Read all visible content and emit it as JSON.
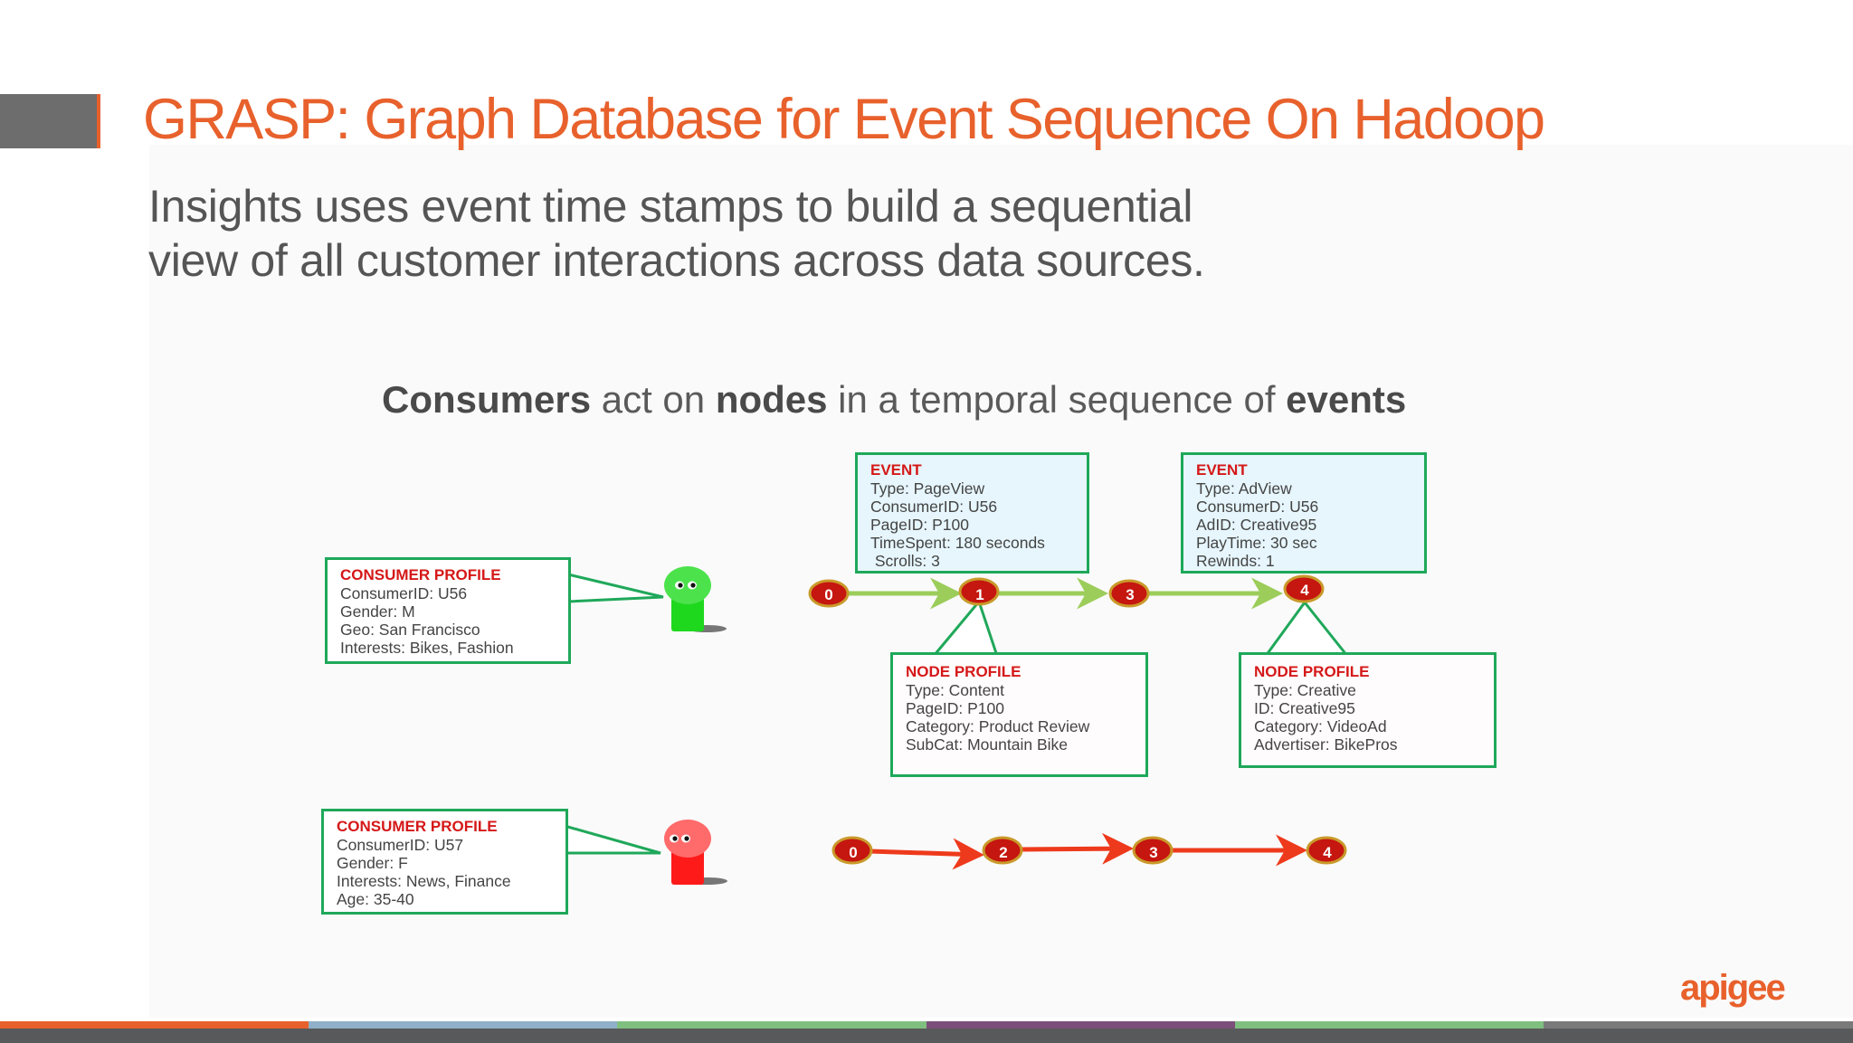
{
  "slide": {
    "title": "GRASP: Graph Database for Event Sequence On Hadoop",
    "subtitle_lines": [
      "Insights uses event time stamps to build a sequential",
      "view of all customer interactions across data sources."
    ],
    "caption": {
      "w1": "Consumers",
      "t1": " act on ",
      "w2": "nodes",
      "t2": " in a temporal sequence of ",
      "w3": "events"
    },
    "logo_text": "apigee"
  },
  "colors": {
    "accent": "#e8612c",
    "box_border": "#1fa85a",
    "heading_red": "#d51818",
    "green_arrow": "#9ccd5a",
    "red_arrow": "#ee3a1c",
    "node_fill": "#c5160f",
    "node_ring": "#c99a2a"
  },
  "diagram": {
    "consumer1": {
      "heading": "CONSUMER PROFILE",
      "lines": [
        "ConsumerID: U56",
        "Gender: M",
        "Geo: San Francisco",
        "Interests: Bikes, Fashion"
      ]
    },
    "consumer2": {
      "heading": "CONSUMER PROFILE",
      "lines": [
        "ConsumerID: U57",
        "Gender: F",
        "Interests: News, Finance",
        "Age: 35-40"
      ]
    },
    "event1": {
      "heading": "EVENT",
      "lines": [
        "Type: PageView",
        "ConsumerID: U56",
        "PageID: P100",
        "TimeSpent: 180 seconds",
        " Scrolls: 3"
      ]
    },
    "event2": {
      "heading": "EVENT",
      "lines": [
        "Type: AdView",
        "ConsumerD: U56",
        "AdID: Creative95",
        "PlayTime: 30 sec",
        "Rewinds: 1"
      ]
    },
    "node1": {
      "heading": "NODE PROFILE",
      "lines": [
        "Type: Content",
        "PageID: P100",
        "Category: Product Review",
        "SubCat: Mountain Bike"
      ]
    },
    "node2": {
      "heading": "NODE PROFILE",
      "lines": [
        "Type: Creative",
        "ID: Creative95",
        "Category: VideoAd",
        "Advertiser: BikePros"
      ]
    },
    "sequence_green": [
      "0",
      "1",
      "3",
      "4"
    ],
    "sequence_red": [
      "0",
      "2",
      "3",
      "4"
    ]
  },
  "bottom_stripe_colors": [
    "#e8612c",
    "#8fb0c8",
    "#7fbf7f",
    "#7b4f7a",
    "#7fbf7f",
    "#7a7a7a"
  ]
}
